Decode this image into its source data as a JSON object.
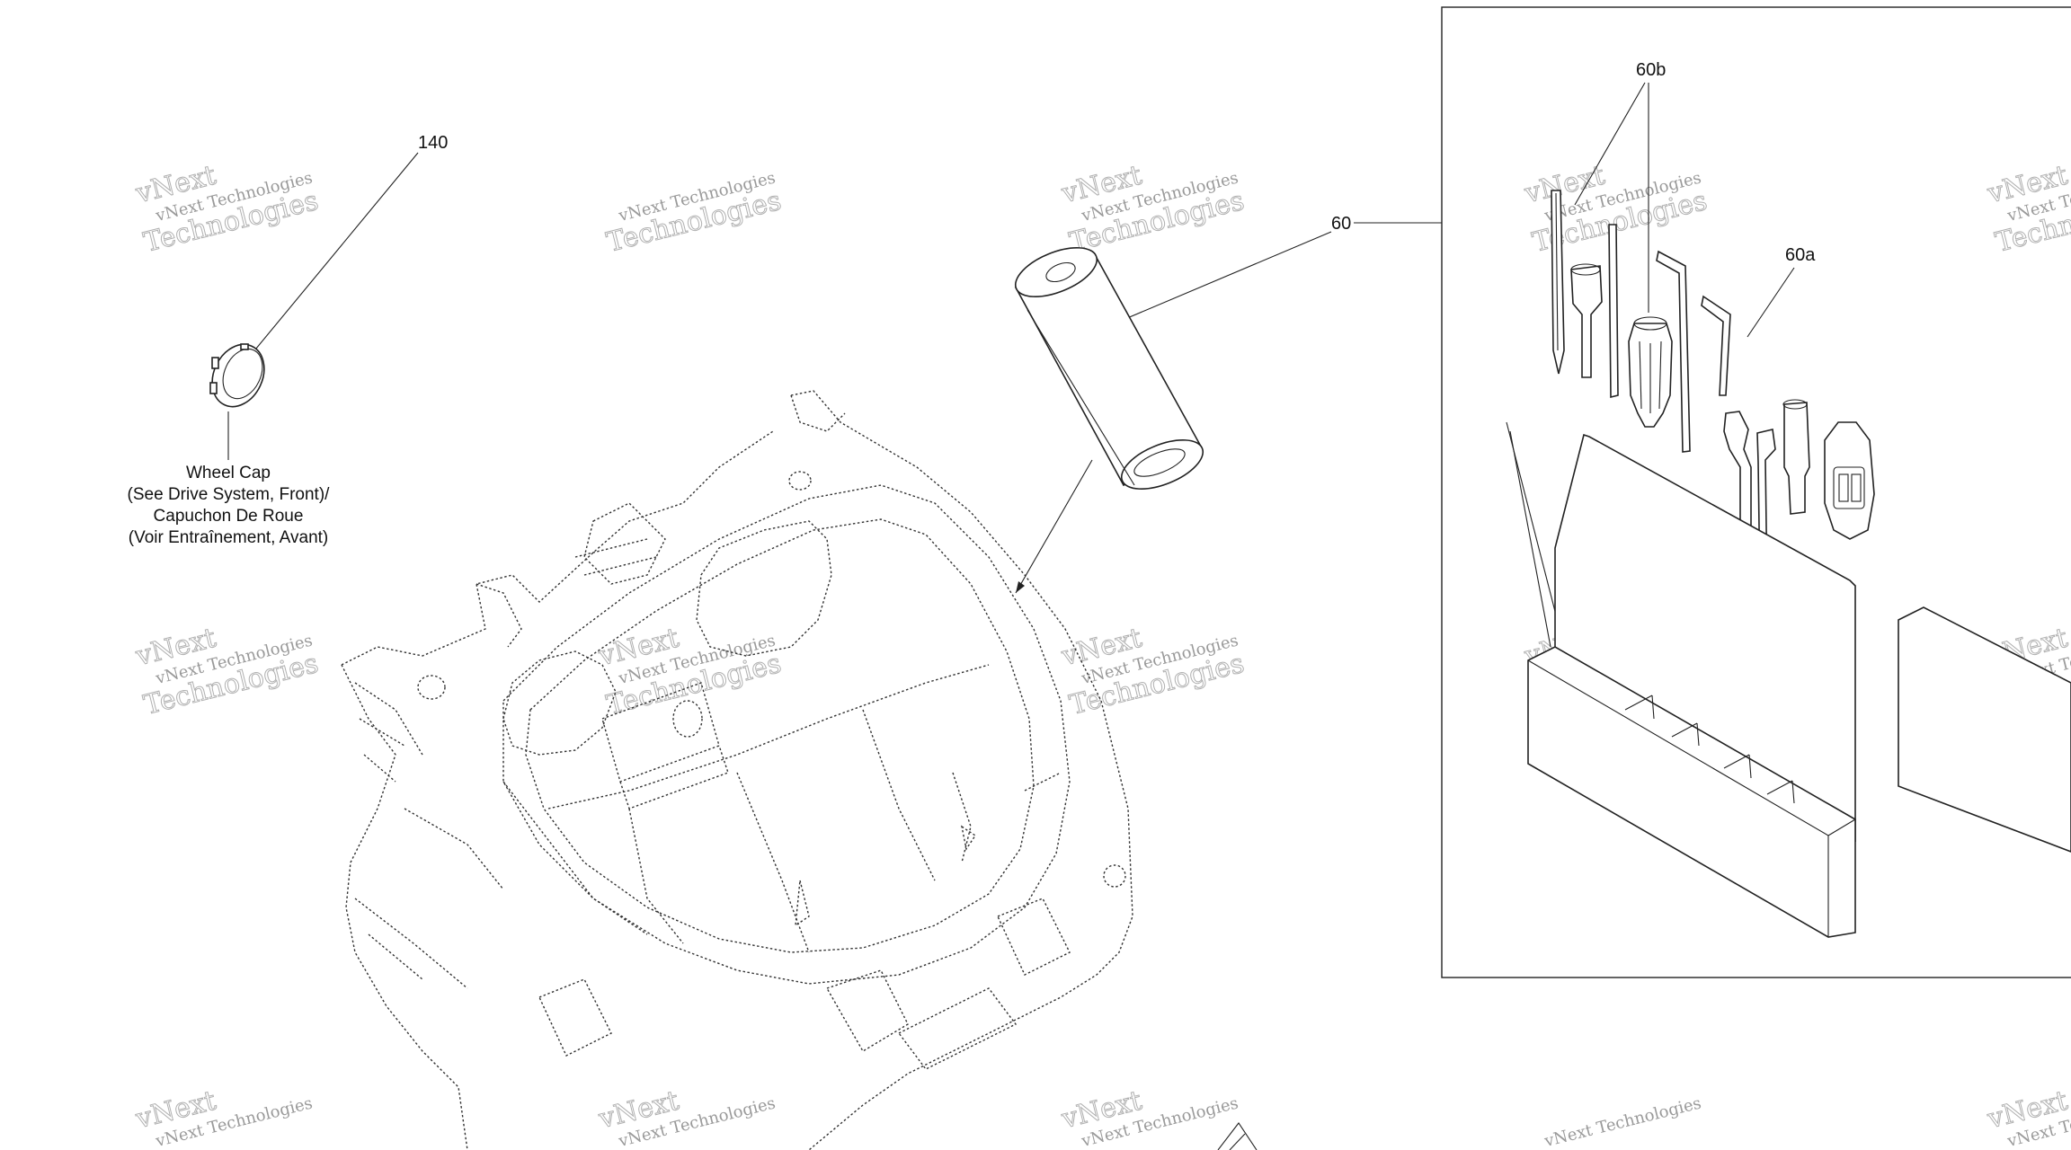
{
  "callouts": {
    "c140": "140",
    "c60": "60",
    "c60a": "60a",
    "c60b": "60b"
  },
  "wheel_cap_note": {
    "line1": "Wheel Cap",
    "line2": "(See Drive System, Front)/",
    "line3": "Capuchon De Roue",
    "line4": "(Voir Entraînement, Avant)"
  },
  "watermark": {
    "line1": "vNext Technologies",
    "line2": "Technologies",
    "accent": "vNext"
  }
}
